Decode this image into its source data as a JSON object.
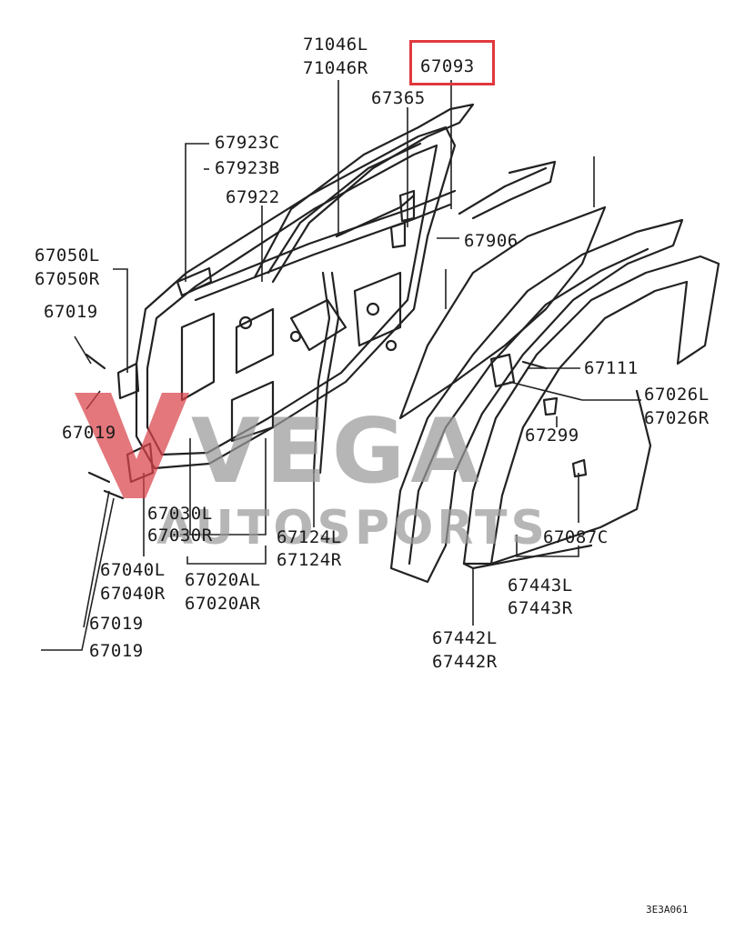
{
  "diagram": {
    "highlight_color": "#e0393e",
    "watermark": {
      "brand": "VEGA",
      "tagline": "AUTOSPORTS",
      "mark_color": "#d9434a",
      "text_color": "#9a9a9a"
    },
    "callouts": {
      "p71046": [
        "71046L",
        "71046R"
      ],
      "p67093": "67093",
      "p67365": "67365",
      "p67923": [
        "67923C",
        "67923B"
      ],
      "p67922": "67922",
      "p67050": [
        "67050L",
        "67050R"
      ],
      "p67019_a": "67019",
      "p67019_b": "67019",
      "p67906": "67906",
      "p67111": "67111",
      "p67026": [
        "67026L",
        "67026R"
      ],
      "p67299": "67299",
      "p67030": [
        "67030L",
        "67030R"
      ],
      "p67124": [
        "67124L",
        "67124R"
      ],
      "p67087": "67087C",
      "p67040": [
        "67040L",
        "67040R"
      ],
      "p67020": [
        "67020AL",
        "67020AR"
      ],
      "p67443": [
        "67443L",
        "67443R"
      ],
      "p67019_c": "67019",
      "p67019_d": "67019",
      "p67442": [
        "67442L",
        "67442R"
      ]
    },
    "drawing_code": "3E3A061"
  }
}
